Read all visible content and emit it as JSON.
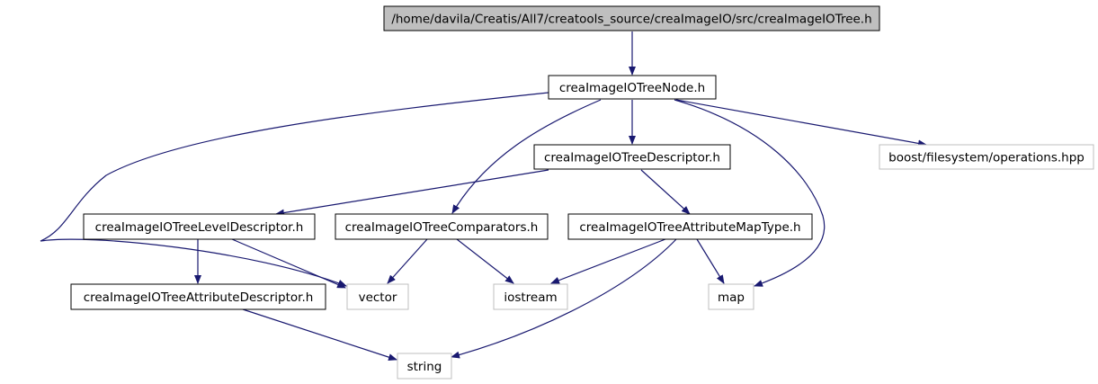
{
  "colors": {
    "edge": "#191970",
    "root_fill": "#bfbfbf",
    "node_border": "#000000",
    "external_border": "#bfbfbf",
    "text": "#000000"
  },
  "nodes": [
    {
      "id": "root",
      "label": "/home/davila/Creatis/All7/creatools_source/creaImageIO/src/creaImageIOTree.h",
      "kind": "root"
    },
    {
      "id": "treenode",
      "label": "creaImageIOTreeNode.h",
      "kind": "internal"
    },
    {
      "id": "treedesc",
      "label": "creaImageIOTreeDescriptor.h",
      "kind": "internal"
    },
    {
      "id": "boostfs",
      "label": "boost/filesystem/operations.hpp",
      "kind": "external"
    },
    {
      "id": "leveldesc",
      "label": "creaImageIOTreeLevelDescriptor.h",
      "kind": "internal"
    },
    {
      "id": "comparators",
      "label": "creaImageIOTreeComparators.h",
      "kind": "internal"
    },
    {
      "id": "attrmap",
      "label": "creaImageIOTreeAttributeMapType.h",
      "kind": "internal"
    },
    {
      "id": "attrdesc",
      "label": "creaImageIOTreeAttributeDescriptor.h",
      "kind": "internal"
    },
    {
      "id": "vector",
      "label": "vector",
      "kind": "external"
    },
    {
      "id": "iostream",
      "label": "iostream",
      "kind": "external"
    },
    {
      "id": "map",
      "label": "map",
      "kind": "external"
    },
    {
      "id": "string",
      "label": "string",
      "kind": "external"
    }
  ],
  "edges": [
    {
      "from": "root",
      "to": "treenode"
    },
    {
      "from": "treenode",
      "to": "treedesc"
    },
    {
      "from": "treenode",
      "to": "boostfs"
    },
    {
      "from": "treenode",
      "to": "comparators"
    },
    {
      "from": "treenode",
      "to": "map"
    },
    {
      "from": "treenode",
      "to": "vector"
    },
    {
      "from": "treedesc",
      "to": "leveldesc"
    },
    {
      "from": "treedesc",
      "to": "attrmap"
    },
    {
      "from": "leveldesc",
      "to": "attrdesc"
    },
    {
      "from": "leveldesc",
      "to": "vector"
    },
    {
      "from": "comparators",
      "to": "vector"
    },
    {
      "from": "comparators",
      "to": "iostream"
    },
    {
      "from": "attrmap",
      "to": "iostream"
    },
    {
      "from": "attrmap",
      "to": "map"
    },
    {
      "from": "attrmap",
      "to": "string"
    },
    {
      "from": "attrdesc",
      "to": "string"
    }
  ]
}
